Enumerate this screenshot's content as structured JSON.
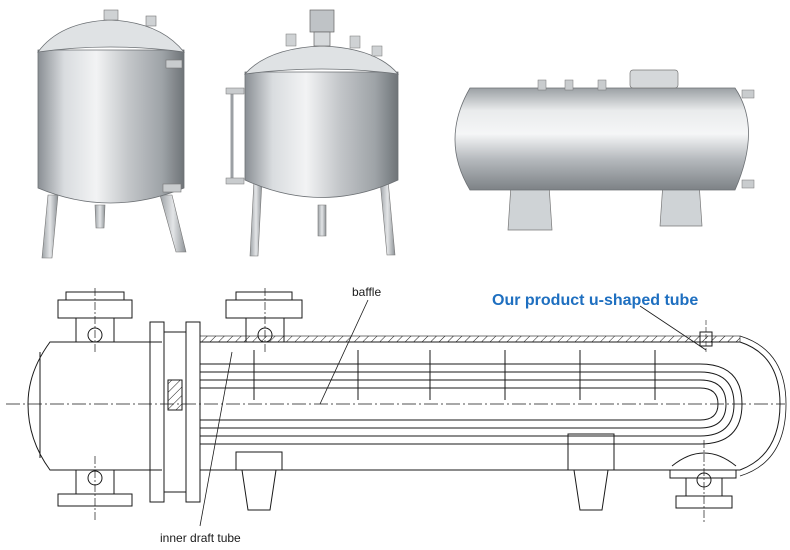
{
  "labels": {
    "baffle": "baffle",
    "product": "Our product u-shaped tube",
    "inner_draft_tube": "inner draft tube"
  },
  "colors": {
    "accent_blue": "#1e6fc0",
    "line": "#1a1a1a",
    "steel_light": "#e6e8ea",
    "steel_mid": "#b9bcc0",
    "steel_dark": "#7e8388"
  },
  "photos": [
    {
      "name": "vertical-storage-tank"
    },
    {
      "name": "mixing-tank-with-agitator"
    },
    {
      "name": "horizontal-storage-tank"
    }
  ]
}
